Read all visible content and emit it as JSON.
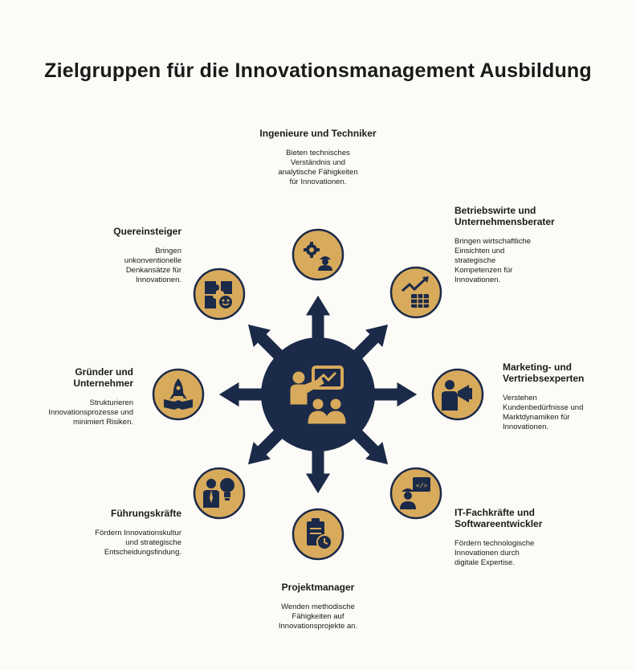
{
  "title": "Zielgruppen für die Innovationsmanagement Ausbildung",
  "colors": {
    "hub": "#1b2a48",
    "node": "#d8aa5c",
    "stroke": "#1b2a48",
    "icon": "#1b2a48",
    "hub_icon": "#d8aa5c"
  },
  "hub": {
    "icon": "teacher-presentation-icon"
  },
  "groups": [
    {
      "title": "Ingenieure und Techniker",
      "desc": "Bieten technisches Verständnis und analytische Fähigkeiten für Innovationen.",
      "icon": "gear-worker-icon"
    },
    {
      "title": "Betriebswirte und Unternehmensberater",
      "desc": "Bringen wirtschaftliche Einsichten und strategische Kompetenzen für Innovationen.",
      "icon": "growth-chart-icon"
    },
    {
      "title": "Marketing- und Vertriebsexperten",
      "desc": "Verstehen Kundenbedürfnisse und Marktdynamiken für Innovationen.",
      "icon": "megaphone-person-icon"
    },
    {
      "title": "IT-Fachkräfte und Softwareentwickler",
      "desc": "Fördern technologische Innovationen durch digitale Expertise.",
      "icon": "developer-code-icon"
    },
    {
      "title": "Projektmanager",
      "desc": "Wenden methodische Fähigkeiten auf Innovationsprojekte an.",
      "icon": "clipboard-clock-icon"
    },
    {
      "title": "Führungskräfte",
      "desc": "Fördern Innovationskultur und strategische Entscheidungsfindung.",
      "icon": "leader-idea-icon"
    },
    {
      "title": "Gründer und Unternehmer",
      "desc": "Strukturieren Innovationsprozesse und minimiert Risiken.",
      "icon": "rocket-launch-icon"
    },
    {
      "title": "Quereinsteiger",
      "desc": "Bringen unkonventionelle Denkansätze für Innovationen.",
      "icon": "puzzle-person-icon"
    }
  ]
}
